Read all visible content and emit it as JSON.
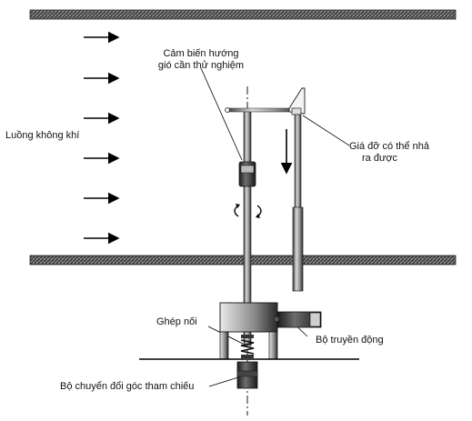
{
  "labels": {
    "sensor_line1": "Cảm biến hướng",
    "sensor_line2": "gió cần thử nghiệm",
    "airflow": "Luồng không khí",
    "holder_line1": "Giá đỡ có thể nhả",
    "holder_line2": "ra được",
    "coupling": "Ghép nối",
    "actuator": "Bộ truyền động",
    "converter": "Bộ chuyển đổi góc tham chiếu"
  },
  "icons": {
    "airflow_arrow": "arrow-right-icon",
    "rotation": "rotation-arrows-icon",
    "release": "arrow-down-icon"
  },
  "airflow_arrow_count": 6
}
